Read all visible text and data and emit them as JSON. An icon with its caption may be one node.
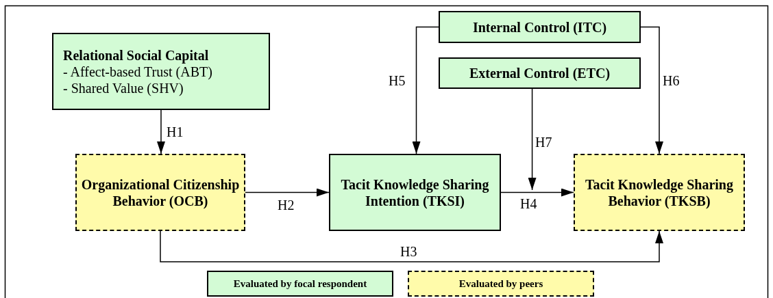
{
  "diagram": {
    "nodes": [
      {
        "text": [
          "Relational Social Capital",
          "- Affect-based Trust (ABT)",
          "- Shared Value (SHV)"
        ]
      },
      {
        "text": [
          "Organizational Citizenship Behavior (OCB)"
        ]
      },
      {
        "text": [
          "Tacit Knowledge Sharing Intention (TKSI)"
        ]
      },
      {
        "text": [
          "Internal Control (ITC)"
        ]
      },
      {
        "text": [
          "External Control (ETC)"
        ]
      },
      {
        "text": [
          "Tacit Knowledge Sharing Behavior (TKSB)"
        ]
      }
    ],
    "edges": [
      {
        "from": 0,
        "to": 1,
        "arrow": "to",
        "label": "H1"
      },
      {
        "from": 1,
        "to": 2,
        "arrow": "to",
        "label": "H2"
      },
      {
        "from": 1,
        "to": 5,
        "arrow": "to",
        "label": "H3"
      },
      {
        "from": 2,
        "to": 5,
        "arrow": "to",
        "label": "H4"
      },
      {
        "from": 3,
        "to": 2,
        "arrow": "to",
        "label": "H5"
      },
      {
        "from": 3,
        "to": 5,
        "arrow": "to",
        "label": "H6"
      },
      {
        "from": 4,
        "to": null,
        "arrow": "to",
        "label": "H7"
      }
    ],
    "legend": [
      {
        "text": "Evaluated by focal respondent",
        "color": "#d3fbd5"
      },
      {
        "text": "Evaluated by peers",
        "color": "#fffbaa"
      }
    ]
  }
}
